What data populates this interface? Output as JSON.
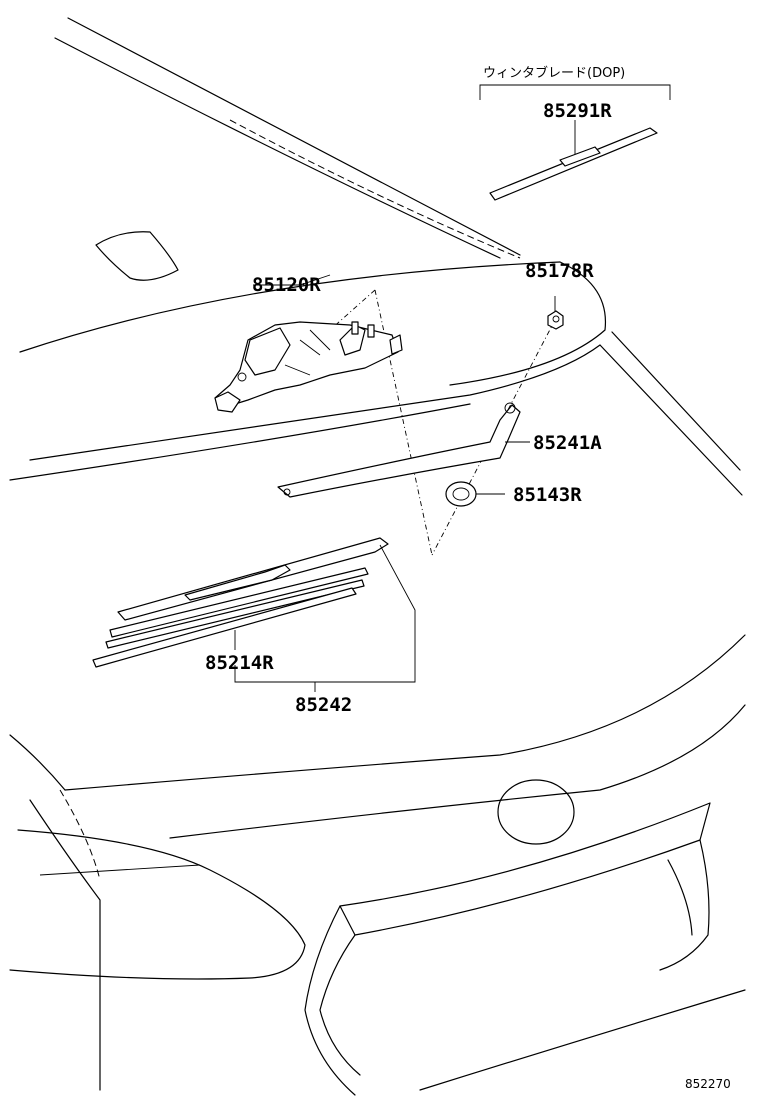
{
  "diagram": {
    "option_group_label": "ウィンタブレード(DOP)",
    "parts": {
      "p85291r": "85291R",
      "p85178r": "85178R",
      "p85120r": "85120R",
      "p85241a": "85241A",
      "p85143r": "85143R",
      "p85214r": "85214R",
      "p85242": "85242"
    },
    "figure_ref": "852270"
  }
}
